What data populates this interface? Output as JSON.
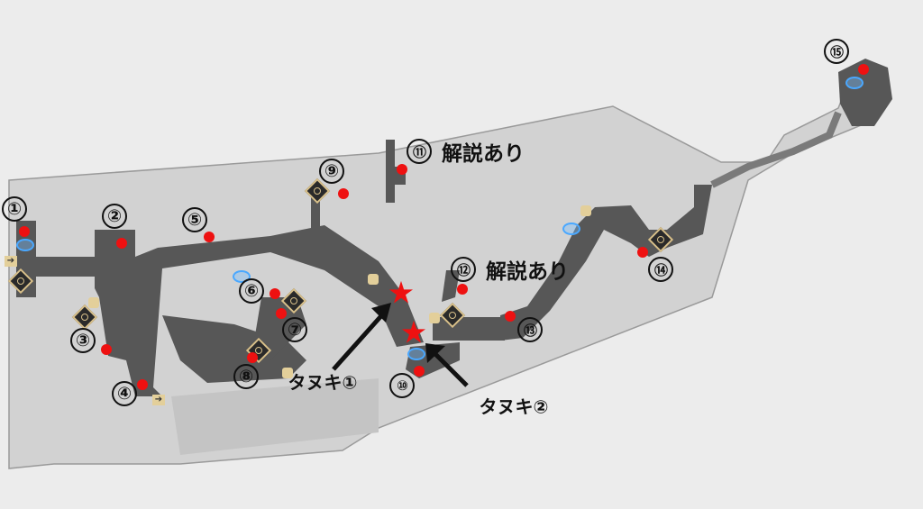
{
  "map": {
    "spots": [
      {
        "id": "1",
        "label": "①"
      },
      {
        "id": "2",
        "label": "②"
      },
      {
        "id": "3",
        "label": "③"
      },
      {
        "id": "4",
        "label": "④"
      },
      {
        "id": "5",
        "label": "⑤"
      },
      {
        "id": "6",
        "label": "⑥"
      },
      {
        "id": "7",
        "label": "⑦"
      },
      {
        "id": "8",
        "label": "⑧"
      },
      {
        "id": "9",
        "label": "⑨"
      },
      {
        "id": "10",
        "label": "⑩"
      },
      {
        "id": "11",
        "label": "⑪"
      },
      {
        "id": "12",
        "label": "⑫"
      },
      {
        "id": "13",
        "label": "⑬"
      },
      {
        "id": "14",
        "label": "⑭"
      },
      {
        "id": "15",
        "label": "⑮"
      }
    ],
    "notes": {
      "spot11": "解説あり",
      "spot12": "解説あり"
    },
    "tanuki": [
      {
        "label": "タヌキ①"
      },
      {
        "label": "タヌキ②"
      }
    ],
    "colors": {
      "marker": "#ee1111",
      "road": "#555555",
      "area": "#cdcdcd",
      "background": "#ececec"
    }
  }
}
